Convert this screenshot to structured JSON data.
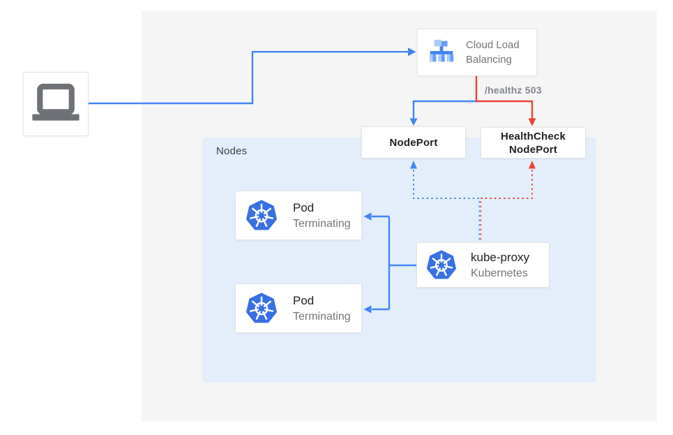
{
  "diagram": {
    "nodes_label": "Nodes",
    "route_label": "/healthz 503",
    "client": {
      "icon": "laptop-icon"
    },
    "cloud_load_balancing": {
      "line1": "Cloud Load",
      "line2": "Balancing",
      "icon": "cloud-load-balancing-icon"
    },
    "nodeport": {
      "label": "NodePort"
    },
    "healthcheck_nodeport": {
      "line1": "HealthCheck",
      "line2": "NodePort"
    },
    "kube_proxy": {
      "title": "kube-proxy",
      "subtitle": "Kubernetes",
      "icon": "kubernetes-icon"
    },
    "pods": [
      {
        "title": "Pod",
        "status": "Terminating",
        "icon": "kubernetes-icon"
      },
      {
        "title": "Pod",
        "status": "Terminating",
        "icon": "kubernetes-icon"
      }
    ],
    "colors": {
      "blue": "#4285f4",
      "red": "#ea4335",
      "nodes_bg": "#e3eefa",
      "panel_bg": "#f5f5f6",
      "kubernetes_blue": "#3970e4",
      "lb_icon_light_blue": "#aecbfa",
      "lb_icon_mid_blue": "#669df6",
      "laptop_gray": "#6e7276",
      "card_border": "#e4e4e4",
      "text_dark": "#212121",
      "text_gray": "#757575",
      "route_label_gray": "#82878c"
    }
  }
}
